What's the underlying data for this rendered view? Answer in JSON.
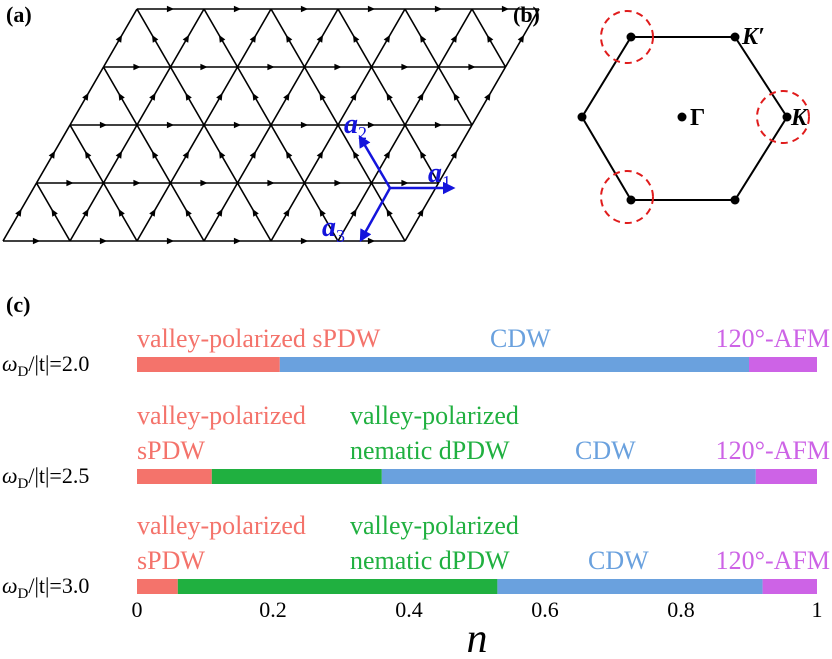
{
  "panels": {
    "a": {
      "label": "(a)",
      "vectors": {
        "a1": "a",
        "a1_sub": "1",
        "a2": "a",
        "a2_sub": "2",
        "a3": "a",
        "a3_sub": "3"
      }
    },
    "b": {
      "label": "(b)",
      "points": {
        "gamma": "Γ",
        "k": "K",
        "kprime": "K′"
      }
    },
    "c": {
      "label": "(c)"
    }
  },
  "colors": {
    "sPDW": "#f4736b",
    "nematic_dPDW": "#20b040",
    "CDW": "#6aa1de",
    "AFM": "#cd63e6",
    "vector_blue": "#1414dc",
    "circle_red": "#e01c1c"
  },
  "chart_data": {
    "type": "bar",
    "xlabel": "n",
    "xlim": [
      0,
      1
    ],
    "xticks": [
      "0",
      "0.2",
      "0.4",
      "0.6",
      "0.8",
      "1"
    ],
    "rows": [
      {
        "label_prefix": "ω",
        "label_sub": "D",
        "label_suffix": "/|t|=2.0",
        "segments": [
          {
            "phase": "sPDW",
            "start": 0.0,
            "end": 0.21
          },
          {
            "phase": "CDW",
            "start": 0.21,
            "end": 0.9
          },
          {
            "phase": "AFM",
            "start": 0.9,
            "end": 1.0
          }
        ],
        "annotations": [
          {
            "phase": "sPDW",
            "lines": [
              "valley-polarized sPDW"
            ]
          },
          {
            "phase": "CDW",
            "lines": [
              "CDW"
            ]
          },
          {
            "phase": "AFM",
            "lines": [
              "120°-AFM"
            ]
          }
        ]
      },
      {
        "label_prefix": "ω",
        "label_sub": "D",
        "label_suffix": "/|t|=2.5",
        "segments": [
          {
            "phase": "sPDW",
            "start": 0.0,
            "end": 0.11
          },
          {
            "phase": "nematic_dPDW",
            "start": 0.11,
            "end": 0.36
          },
          {
            "phase": "CDW",
            "start": 0.36,
            "end": 0.91
          },
          {
            "phase": "AFM",
            "start": 0.91,
            "end": 1.0
          }
        ],
        "annotations": [
          {
            "phase": "sPDW",
            "lines": [
              "valley-polarized",
              "sPDW"
            ]
          },
          {
            "phase": "nematic_dPDW",
            "lines": [
              "valley-polarized",
              "nematic dPDW"
            ]
          },
          {
            "phase": "CDW",
            "lines": [
              "CDW"
            ]
          },
          {
            "phase": "AFM",
            "lines": [
              "120°-AFM"
            ]
          }
        ]
      },
      {
        "label_prefix": "ω",
        "label_sub": "D",
        "label_suffix": "/|t|=3.0",
        "segments": [
          {
            "phase": "sPDW",
            "start": 0.0,
            "end": 0.06
          },
          {
            "phase": "nematic_dPDW",
            "start": 0.06,
            "end": 0.53
          },
          {
            "phase": "CDW",
            "start": 0.53,
            "end": 0.92
          },
          {
            "phase": "AFM",
            "start": 0.92,
            "end": 1.0
          }
        ],
        "annotations": [
          {
            "phase": "sPDW",
            "lines": [
              "valley-polarized",
              "sPDW"
            ]
          },
          {
            "phase": "nematic_dPDW",
            "lines": [
              "valley-polarized",
              "nematic dPDW"
            ]
          },
          {
            "phase": "CDW",
            "lines": [
              "CDW"
            ]
          },
          {
            "phase": "AFM",
            "lines": [
              "120°-AFM"
            ]
          }
        ]
      }
    ]
  }
}
